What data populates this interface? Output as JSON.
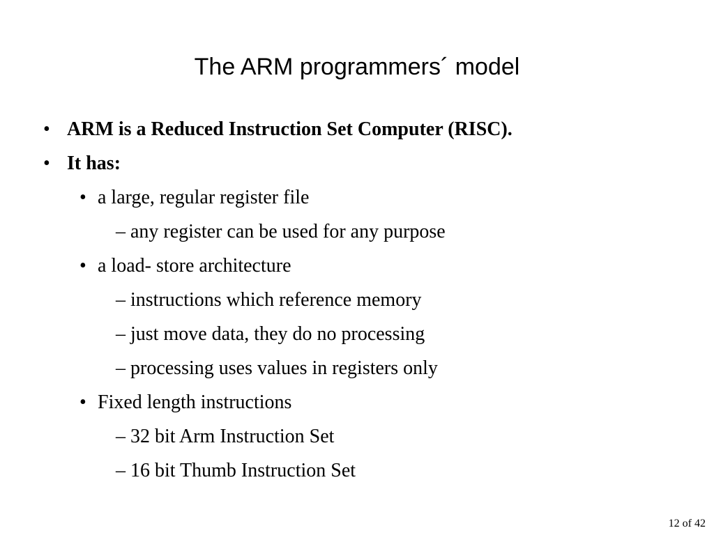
{
  "slide": {
    "title": "The ARM programmers´ model",
    "bullets": [
      {
        "level": 1,
        "marker": "•",
        "text": "ARM is a Reduced Instruction Set Computer (RISC)."
      },
      {
        "level": 1,
        "marker": "•",
        "text": "It has:"
      },
      {
        "level": 2,
        "marker": "•",
        "text": "a large, regular register file"
      },
      {
        "level": 3,
        "marker": "–",
        "text": "any register can be used for any purpose"
      },
      {
        "level": 2,
        "marker": "•",
        "text": "a load- store architecture"
      },
      {
        "level": 3,
        "marker": "–",
        "text": "instructions which reference memory"
      },
      {
        "level": 3,
        "marker": "–",
        "text": "just move data, they do no processing"
      },
      {
        "level": 3,
        "marker": "–",
        "text": "processing uses values in registers only"
      },
      {
        "level": 2,
        "marker": "•",
        "text": "Fixed length instructions"
      },
      {
        "level": 3,
        "marker": "–",
        "text": "32 bit Arm Instruction Set"
      },
      {
        "level": 3,
        "marker": "–",
        "text": "16 bit Thumb Instruction Set"
      }
    ],
    "page_number": "12 of 42"
  }
}
